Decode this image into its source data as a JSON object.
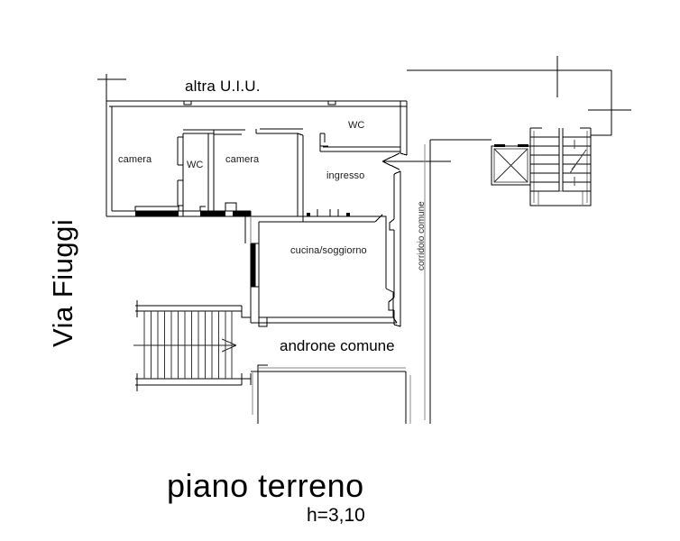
{
  "document": {
    "type": "floor-plan",
    "title": "piano terreno",
    "subtitle": "h=3,10",
    "street_label": "Via Fiuggi"
  },
  "labels": {
    "altra_uiu": "altra U.I.U.",
    "camera_left": "camera",
    "camera_right": "camera",
    "wc_inner": "WC",
    "wc_upper": "WC",
    "ingresso": "ingresso",
    "cucina_soggiorno": "cucina/soggiorno",
    "corridoio_comune": "corridoio comune",
    "androne_comune": "androne comune"
  },
  "colors": {
    "line": "#000000",
    "wall_fill": "#000000",
    "light_line": "#888888",
    "background": "#ffffff",
    "text": "#1a1a1a"
  },
  "features": {
    "staircase_lower_left": {
      "name": "stair-run",
      "step_count": 13,
      "direction_arrow": "right"
    },
    "staircase_right": {
      "name": "stair-run-common",
      "flight_left_steps": 7,
      "flight_right_steps": 7,
      "break_line": true
    },
    "elevator": {
      "name": "elevator-shaft",
      "marker": "X"
    },
    "entry_arrow": {
      "name": "entrance-direction-arrow",
      "direction": "left"
    }
  }
}
